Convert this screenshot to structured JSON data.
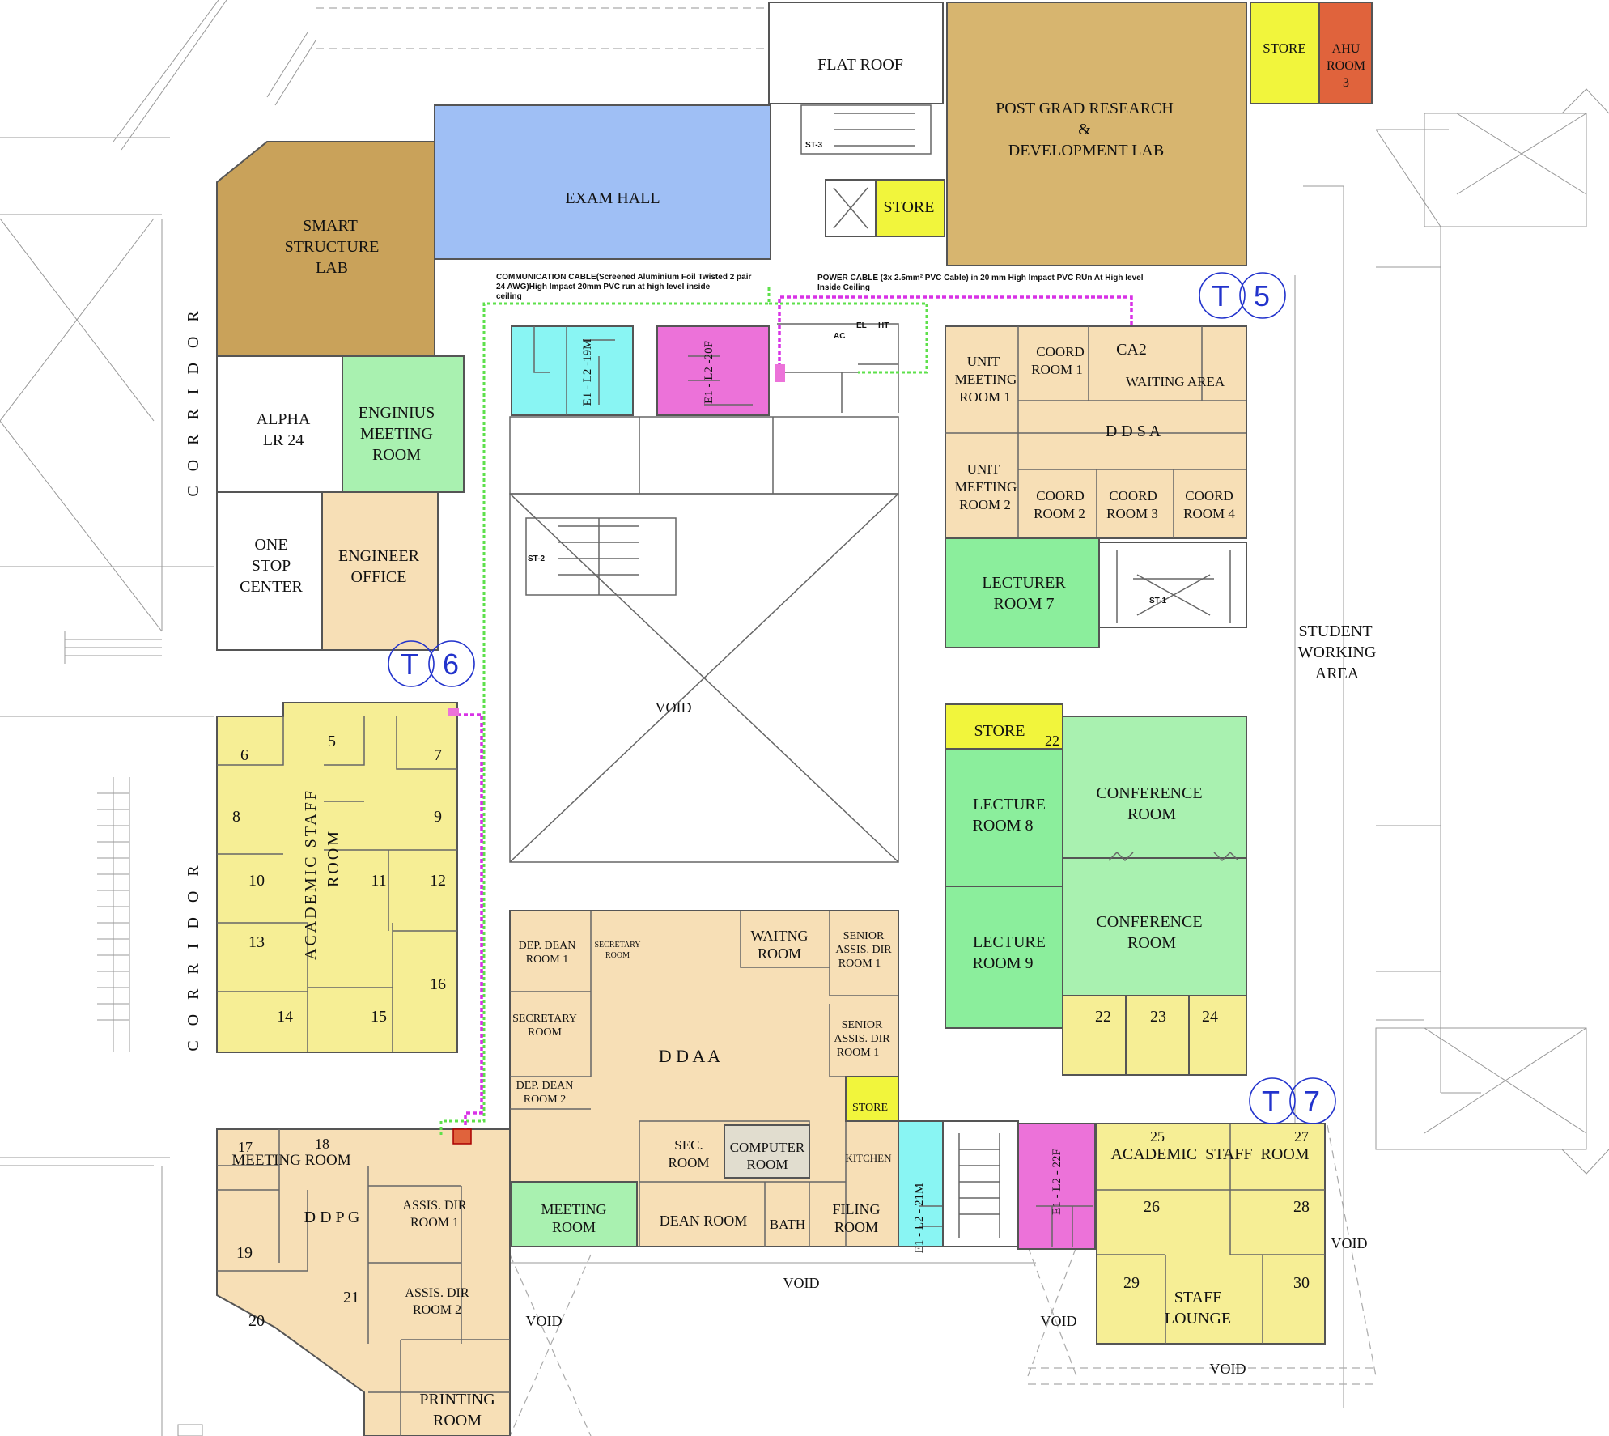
{
  "colors": {
    "tan": "#d7b56f",
    "brown": "#c9a25a",
    "blue": "#9fbff5",
    "yellow": "#f6ee95",
    "bright_yellow": "#f1f53c",
    "orange_red": "#e0633c",
    "peach": "#f7dfb6",
    "mint": "#a9f1b0",
    "green": "#8bee9c",
    "cyan": "#89f5f3",
    "magenta": "#ec72d9",
    "grey": "#e1ddcf",
    "cable_green": "#5ee04b",
    "cable_magenta": "#d832e6",
    "marker_blue": "#2233cc"
  },
  "rooms": {
    "flat_roof": "FLAT ROOF",
    "postgrad_l1": "POST GRAD RESEARCH",
    "postgrad_l2": "&",
    "postgrad_l3": "DEVELOPMENT LAB",
    "store_top": "STORE",
    "ahu_l1": "AHU",
    "ahu_l2": "ROOM",
    "ahu_l3": "3",
    "exam_hall": "EXAM HALL",
    "store_mid": "STORE",
    "smart_l1": "SMART",
    "smart_l2": "STRUCTURE",
    "smart_l3": "LAB",
    "alpha_l1": "ALPHA",
    "alpha_l2": "LR 24",
    "enginius_l1": "ENGINIUS",
    "enginius_l2": "MEETING",
    "enginius_l3": "ROOM",
    "onestop_l1": "ONE",
    "onestop_l2": "STOP",
    "onestop_l3": "CENTER",
    "engineer_l1": "ENGINEER",
    "engineer_l2": "OFFICE",
    "corridor": "CORRIDOR",
    "toilet_19m": "E1 - L2 -19M",
    "toilet_20f": "E1 - L2 -20F",
    "unit1_l1": "UNIT",
    "unit1_l2": "MEETING",
    "unit1_l3": "ROOM 1",
    "coord1_l1": "COORD",
    "coord1_l2": "ROOM 1",
    "ca2": "CA2",
    "waiting_area": "WAITING AREA",
    "ddsa": "D D S A",
    "unit2_l1": "UNIT",
    "unit2_l2": "MEETING",
    "unit2_l3": "ROOM 2",
    "coord2_l1": "COORD",
    "coord2_l2": "ROOM 2",
    "coord3_l1": "COORD",
    "coord3_l2": "ROOM 3",
    "coord4_l1": "COORD",
    "coord4_l2": "ROOM 4",
    "lecturer7_l1": "LECTURER",
    "lecturer7_l2": "ROOM 7",
    "student_l1": "STUDENT",
    "student_l2": "WORKING",
    "student_l3": "AREA",
    "void_center": "VOID",
    "store_22": "STORE",
    "num_22a": "22",
    "lecture8_l1": "LECTURE",
    "lecture8_l2": "ROOM 8",
    "conf1_l1": "CONFERENCE",
    "conf1_l2": "ROOM",
    "lecture9_l1": "LECTURE",
    "lecture9_l2": "ROOM 9",
    "conf2_l1": "CONFERENCE",
    "conf2_l2": "ROOM",
    "n22": "22",
    "n23": "23",
    "n24": "24",
    "academic_staff_room_v": "ACADEMIC STAFF",
    "academic_staff_room_v2": "ROOM",
    "n5": "5",
    "n6": "6",
    "n7": "7",
    "n8": "8",
    "n9": "9",
    "n10": "10",
    "n11": "11",
    "n12": "12",
    "n13": "13",
    "n14": "14",
    "n15": "15",
    "n16": "16",
    "depdean1_l1": "DEP. DEAN",
    "depdean1_l2": "ROOM 1",
    "secretary1_l1": "SECRETARY",
    "secretary1_l2": "ROOM",
    "waitng_l1": "WAITNG",
    "waitng_l2": "ROOM",
    "senior1_l1": "SENIOR",
    "senior1_l2": "ASSIS. DIR",
    "senior1_l3": "ROOM 1",
    "secretary2_l1": "SECRETARY",
    "secretary2_l2": "ROOM",
    "ddaa": "D D A A",
    "senior2_l1": "SENIOR",
    "senior2_l2": "ASSIS. DIR",
    "senior2_l3": "ROOM 1",
    "depdean2_l1": "DEP. DEAN",
    "depdean2_l2": "ROOM 2",
    "store_small": "STORE",
    "sec_l1": "SEC.",
    "sec_l2": "ROOM",
    "computer_l1": "COMPUTER",
    "computer_l2": "ROOM",
    "kitchen": "KITCHEN",
    "meeting_l1": "MEETING",
    "meeting_l2": "ROOM",
    "dean_room": "DEAN ROOM",
    "bath": "BATH",
    "filing_l1": "FILING",
    "filing_l2": "ROOM",
    "toilet_21m": "E1 - L2 - 21M",
    "toilet_22f": "E1 - L2 - 22F",
    "n17": "17",
    "n18": "18",
    "meeting_room_ddpg": "MEETING ROOM",
    "ddpg": "D D P G",
    "assis1_l1": "ASSIS. DIR",
    "assis1_l2": "ROOM 1",
    "n19": "19",
    "n20": "20",
    "n21": "21",
    "assis2_l1": "ASSIS. DIR",
    "assis2_l2": "ROOM 2",
    "printing_l1": "PRINTING",
    "printing_l2": "ROOM",
    "n25": "25",
    "n27": "27",
    "academic_staff_room_h": "ACADEMIC  STAFF  ROOM",
    "n26": "26",
    "n28": "28",
    "n29": "29",
    "n30": "30",
    "staff_l1": "STAFF",
    "staff_l2": "LOUNGE",
    "void_a": "VOID",
    "void_b": "VOID",
    "void_c": "VOID",
    "void_d": "VOID",
    "void_e": "VOID"
  },
  "annotations": {
    "comm_l1": "COMMUNICATION CABLE(Screened Aluminium Foil Twisted 2 pair",
    "comm_l2": "24 AWG)High Impact  20mm PVC run at  high level inside",
    "comm_l3": "ceiling",
    "power_l1": "POWER CABLE  (3x 2.5mm² PVC Cable)  in 20 mm High Impact PVC RUn At High level",
    "power_l2": "Inside Ceiling",
    "st1": "ST-1",
    "st2": "ST-2",
    "st3": "ST-3",
    "ac": "AC",
    "el": "EL",
    "ht": "HT"
  },
  "markers": {
    "t5_a": "T",
    "t5_b": "5",
    "t6_a": "T",
    "t6_b": "6",
    "t7_a": "T",
    "t7_b": "7"
  }
}
